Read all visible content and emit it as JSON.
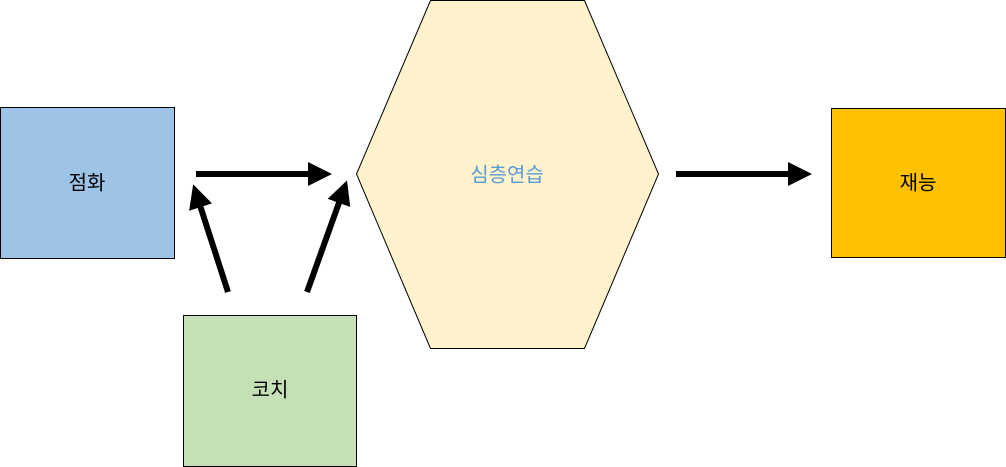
{
  "nodes": {
    "ignition": {
      "label": "점화",
      "fill": "#9dc3e6",
      "text_color": "#000000"
    },
    "coach": {
      "label": "코치",
      "fill": "#c5e0b4",
      "text_color": "#000000"
    },
    "deep_practice": {
      "label": "심층연습",
      "fill": "#fff2cc",
      "text_color": "#5b9bd5"
    },
    "talent": {
      "label": "재능",
      "fill": "#ffc000",
      "text_color": "#000000"
    }
  },
  "colors": {
    "stroke": "#000000",
    "arrow": "#000000"
  },
  "edges": [
    {
      "from": "ignition",
      "to": "deep_practice"
    },
    {
      "from": "coach",
      "to": "ignition"
    },
    {
      "from": "coach",
      "to": "deep_practice"
    },
    {
      "from": "deep_practice",
      "to": "talent"
    }
  ]
}
